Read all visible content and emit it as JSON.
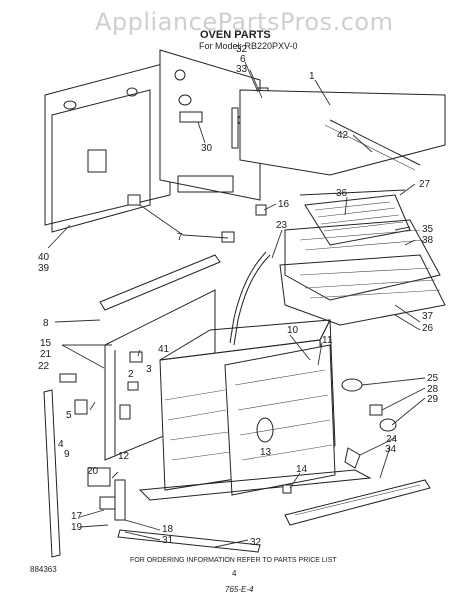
{
  "watermark": "AppliancePartsPros.com",
  "header": {
    "title": "OVEN PARTS",
    "model_line": "For Model: RB220PXV-0"
  },
  "callouts": [
    "32",
    "6",
    "33",
    "1",
    "42",
    "30",
    "16",
    "27",
    "36",
    "35",
    "38",
    "23",
    "7",
    "40",
    "39",
    "8",
    "41",
    "10",
    "11",
    "15",
    "21",
    "22",
    "2",
    "3",
    "25",
    "28",
    "29",
    "5",
    "4",
    "9",
    "12",
    "13",
    "37",
    "26",
    "24",
    "34",
    "20",
    "14",
    "17",
    "19",
    "18",
    "31"
  ],
  "footer": {
    "ordering_note": "FOR ORDERING INFORMATION REFER TO PARTS PRICE LIST",
    "page_number": "4",
    "code_left": "884363",
    "handwritten_code": "765-E-4"
  }
}
